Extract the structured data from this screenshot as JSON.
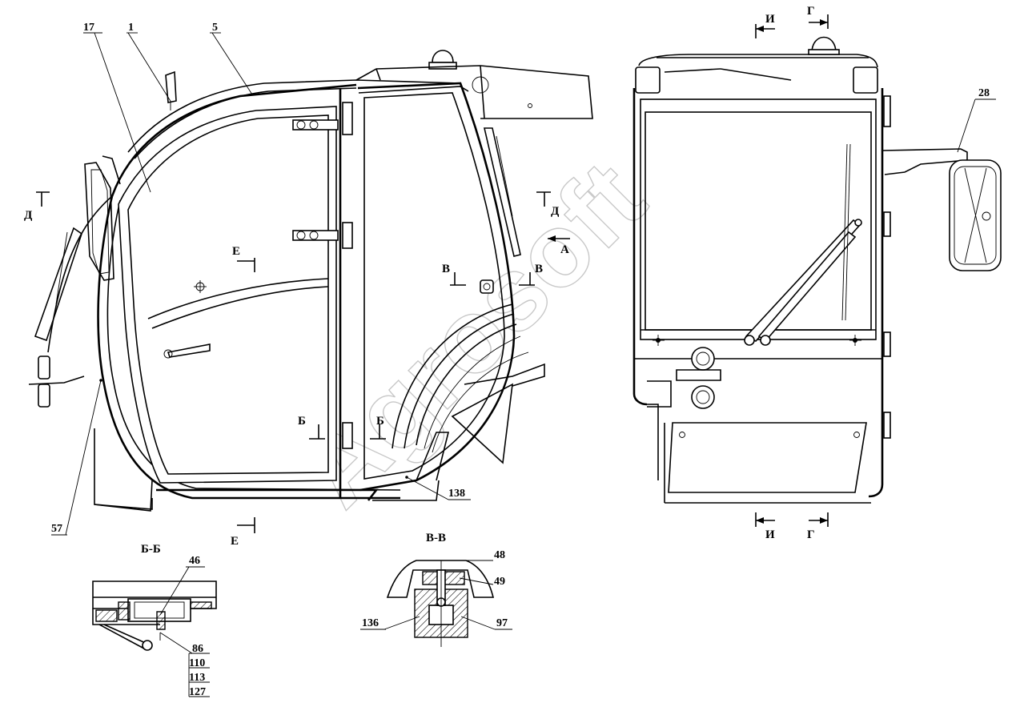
{
  "watermark": "Agrosoft",
  "callouts": {
    "c1": "1",
    "c5": "5",
    "c17": "17",
    "c28": "28",
    "c57": "57",
    "c138": "138",
    "c46": "46",
    "c48": "48",
    "c49": "49",
    "c97": "97",
    "c136": "136",
    "c86": "86",
    "c110": "110",
    "c113": "113",
    "c127": "127"
  },
  "section_marks": {
    "D_left": "Д",
    "D_right": "Д",
    "E_top": "Е",
    "E_bottom": "Е",
    "V_left": "В",
    "V_right": "В",
    "B_left": "Б",
    "B_right": "Б",
    "A_view": "А",
    "I_top": "И",
    "G_top": "Г",
    "I_bottom": "И",
    "G_bottom": "Г"
  },
  "section_titles": {
    "bb": "Б-Б",
    "vv": "В-В"
  }
}
